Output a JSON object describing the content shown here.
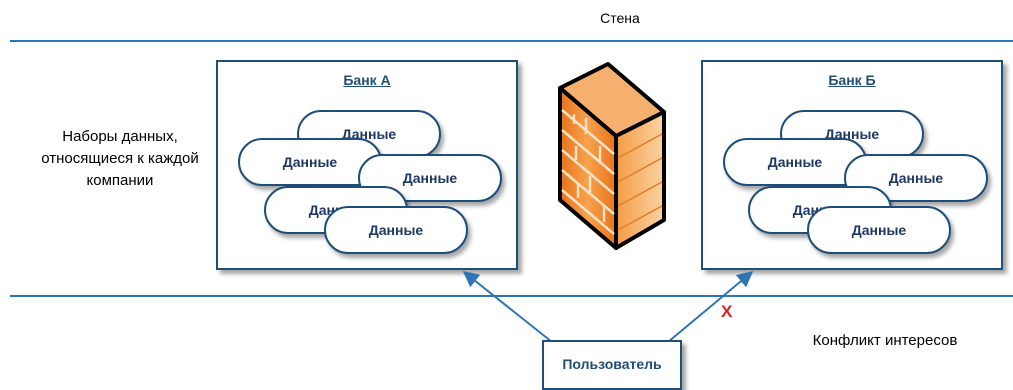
{
  "wall_label": "Стена",
  "datasets_label": "Наборы данных, относящиеся к каждой компании",
  "datasets_lines": [
    "Наборы данных,",
    "относящиеся к каждой",
    "компании"
  ],
  "conflict_label": "Конфликт интересов",
  "user_label": "Пользователь",
  "blocked_marker": "X",
  "banks": [
    {
      "title": "Банк А",
      "items": [
        "Данные",
        "Данные",
        "Данные",
        "Данные",
        "Данные"
      ]
    },
    {
      "title": "Банк Б",
      "items": [
        "Данные",
        "Данные",
        "Данные",
        "Данные",
        "Данные"
      ]
    }
  ],
  "colors": {
    "line": "#2e75b6",
    "border": "#1f4e79",
    "text_dark": "#1f3864",
    "firewall_orange": "#f08a2c",
    "firewall_dark": "#c9621a",
    "blocked": "#e41e1e"
  },
  "icons": [
    "firewall-icon",
    "arrow-icon",
    "blocked-x-icon"
  ]
}
